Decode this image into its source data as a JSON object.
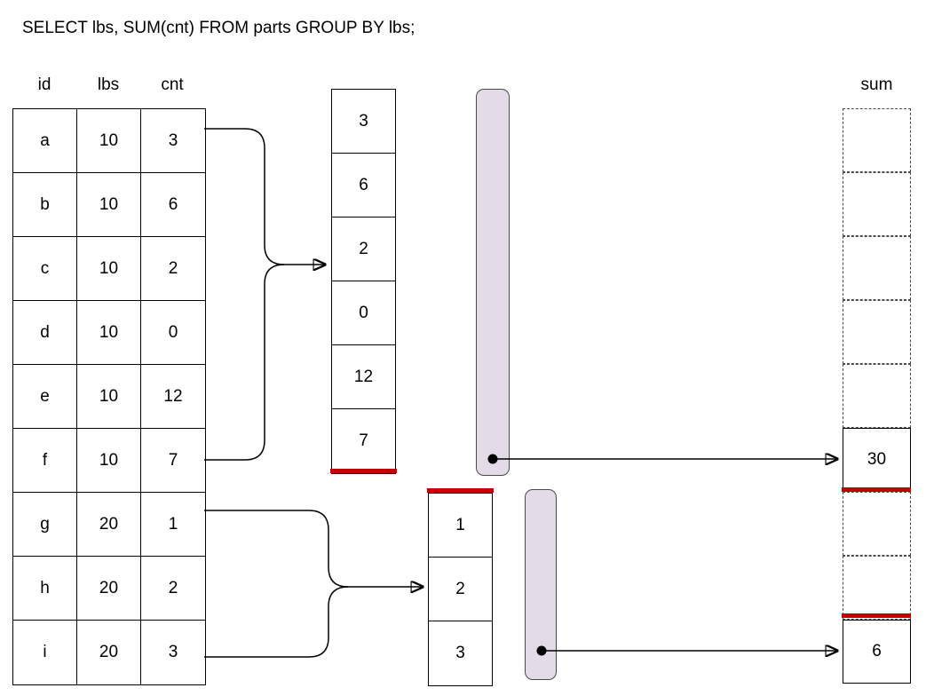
{
  "title": "SELECT lbs, SUM(cnt) FROM parts GROUP BY lbs;",
  "source_table": {
    "headers": [
      "id",
      "lbs",
      "cnt"
    ],
    "rows": [
      [
        "a",
        "10",
        "3"
      ],
      [
        "b",
        "10",
        "6"
      ],
      [
        "c",
        "10",
        "2"
      ],
      [
        "d",
        "10",
        "0"
      ],
      [
        "e",
        "10",
        "12"
      ],
      [
        "f",
        "10",
        "7"
      ],
      [
        "g",
        "20",
        "1"
      ],
      [
        "h",
        "20",
        "2"
      ],
      [
        "i",
        "20",
        "3"
      ]
    ]
  },
  "group1": {
    "lbs": "10",
    "values": [
      "3",
      "6",
      "2",
      "0",
      "12",
      "7"
    ],
    "marker_position": "bottom"
  },
  "group2": {
    "lbs": "20",
    "values": [
      "1",
      "2",
      "3"
    ],
    "marker_position": "top"
  },
  "sum_column": {
    "header": "sum",
    "cells": [
      {
        "value": "",
        "style": "dashed"
      },
      {
        "value": "",
        "style": "dashed"
      },
      {
        "value": "",
        "style": "dashed"
      },
      {
        "value": "",
        "style": "dashed"
      },
      {
        "value": "",
        "style": "dashed"
      },
      {
        "value": "30",
        "style": "solid",
        "red_marker": "bottom"
      },
      {
        "value": "",
        "style": "dashed"
      },
      {
        "value": "",
        "style": "dashed"
      },
      {
        "value": "6",
        "style": "solid",
        "red_marker": "top"
      }
    ]
  },
  "colors": {
    "red_marker": "#c40000",
    "accumulator_fill": "#e3dbe8",
    "accumulator_border": "#4a4a4a"
  }
}
